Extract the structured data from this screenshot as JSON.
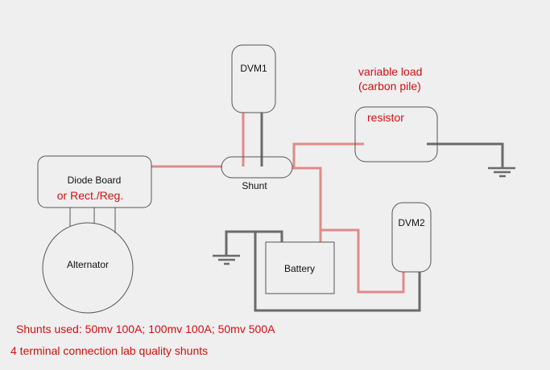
{
  "components": {
    "dvm1": {
      "label": "DVM1"
    },
    "dvm2": {
      "label": "DVM2"
    },
    "shunt": {
      "label": "Shunt"
    },
    "resistor": {
      "label": "resistor"
    },
    "load_note": {
      "line1": "variable load",
      "line2": "(carbon pile)"
    },
    "diode_board": {
      "label": "Diode Board",
      "alt_label": "or Rect./Reg."
    },
    "alternator": {
      "label": "Alternator"
    },
    "battery": {
      "label": "Battery"
    }
  },
  "notes": {
    "line1": "Shunts used: 50mv 100A; 100mv 100A; 50mv 500A",
    "line2": "4 terminal connection lab quality shunts"
  },
  "colors": {
    "positive_wire": "#e08a8a",
    "negative_wire": "#6a6a6a",
    "annotation_text": "#d01010",
    "background": "#efefef"
  }
}
